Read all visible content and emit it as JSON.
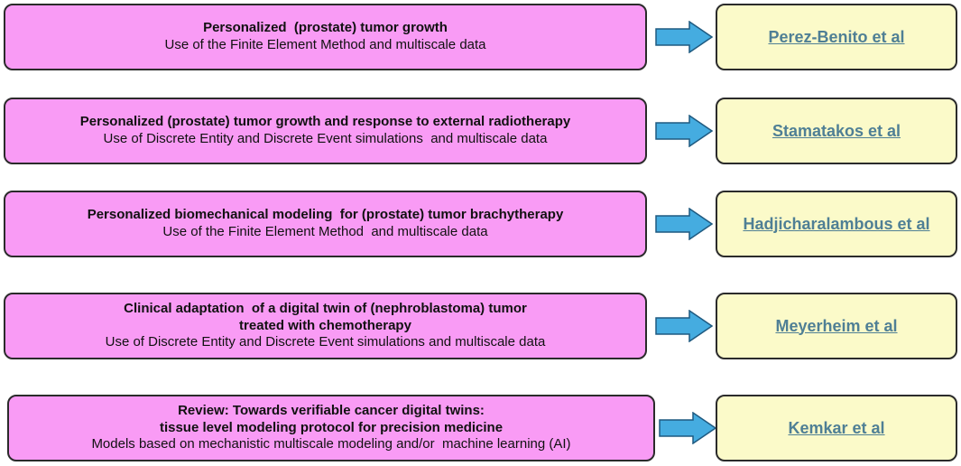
{
  "colors": {
    "topic_fill": "#f99bf5",
    "reference_fill": "#fbfac9",
    "arrow_fill": "#45ace0",
    "link_text": "#4f7f95"
  },
  "rows": [
    {
      "title_lines": [
        "Personalized  (prostate) tumor growth"
      ],
      "subtitle": "Use of the Finite Element Method and multiscale data",
      "reference": "Perez-Benito et al",
      "arrow_icon": "right-arrow-icon"
    },
    {
      "title_lines": [
        "Personalized (prostate) tumor growth and response to external radiotherapy"
      ],
      "subtitle": "Use of Discrete Entity and Discrete Event simulations  and multiscale data",
      "reference": "Stamatakos et al",
      "arrow_icon": "right-arrow-icon"
    },
    {
      "title_lines": [
        "Personalized biomechanical modeling  for (prostate) tumor brachytherapy"
      ],
      "subtitle": "Use of the Finite Element Method  and multiscale data",
      "reference": "Hadjicharalambous et al",
      "arrow_icon": "right-arrow-icon"
    },
    {
      "title_lines": [
        "Clinical adaptation  of a digital twin of (nephroblastoma) tumor",
        "treated with chemotherapy"
      ],
      "subtitle": "Use of Discrete Entity and Discrete Event simulations and multiscale data",
      "reference": "Meyerheim et al",
      "arrow_icon": "right-arrow-icon"
    },
    {
      "title_lines": [
        "Review: Towards verifiable cancer digital twins:",
        "tissue level modeling protocol for precision medicine"
      ],
      "subtitle": "Models based on mechanistic multiscale modeling and/or  machine learning (AI)",
      "reference": "Kemkar et al",
      "arrow_icon": "right-arrow-icon"
    }
  ]
}
